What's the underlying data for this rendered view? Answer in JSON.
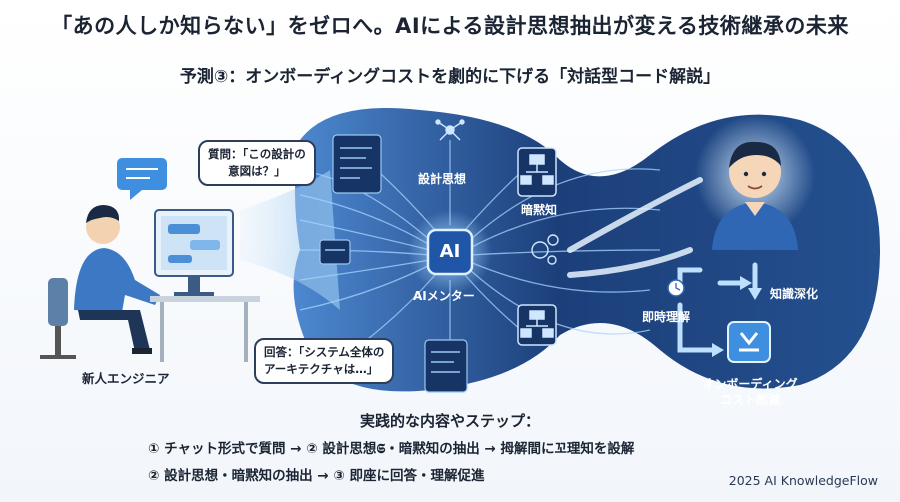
{
  "header": {
    "title": "「あの人しか知らない」をゼロへ。AIによる設計思想抽出が変える技術継承の未来",
    "subtitle": "予測③：オンボーディングコストを劇的に下げる「対話型コード解説」"
  },
  "diagram": {
    "engineer_label": "新人エンジニア",
    "question_bubble": [
      "質問：「この設計の",
      "意図は？」"
    ],
    "answer_bubble": [
      "回答：「システム全体の",
      "アーキテクチャは…」"
    ],
    "ai_core": "AI",
    "ai_mentor_label": "AIメンター",
    "node_design": "設計思想",
    "node_tacit": "暗黙知",
    "instant_label": "即時理解",
    "deepen_label": "知識深化",
    "result_label": [
      "オンボーディング",
      "コスト削減"
    ]
  },
  "steps": {
    "title": "実践的な内容やステップ：",
    "lines": [
      "① チャット形式で質問 → ② 設計思想𝕾・暗黙知の抽出 →  拇解間に꼬理知を設解",
      "② 設計思想・暗黙知の抽出 → ③ 即座に回答・理解促進"
    ]
  },
  "footer": {
    "credit": "2025 AI KnowledgeFlow"
  },
  "colors": {
    "deep_blue": "#1c3f7a",
    "mid_blue": "#2f67b5",
    "light_blue": "#9cc8ef",
    "accent": "#4aa3e8"
  }
}
